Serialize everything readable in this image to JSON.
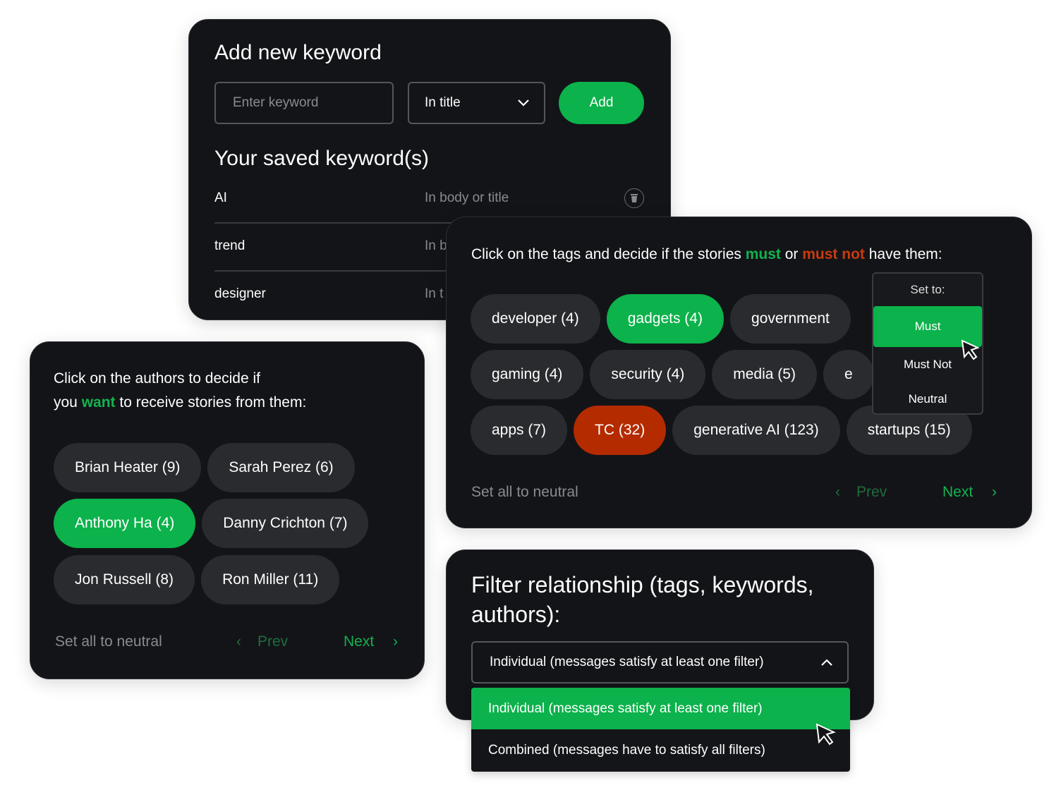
{
  "keyword_card": {
    "title": "Add new keyword",
    "input_placeholder": "Enter keyword",
    "select_value": "In title",
    "add_label": "Add",
    "saved_title": "Your saved keyword(s)",
    "rows": [
      {
        "keyword": "AI",
        "scope": "In body or title"
      },
      {
        "keyword": "trend",
        "scope": "In b"
      },
      {
        "keyword": "designer",
        "scope": "In t"
      }
    ]
  },
  "tags_card": {
    "intro_pre": "Click on the tags and decide if the stories ",
    "must": "must",
    "or": " or ",
    "must_not": "must not",
    "intro_post": " have them:",
    "rows": [
      [
        "developer (4)",
        "gadgets (4)",
        "government"
      ],
      [
        "gaming (4)",
        "security (4)",
        "media (5)",
        "e"
      ],
      [
        "apps (7)",
        "TC (32)",
        "generative AI (123)",
        "startups (15)"
      ]
    ],
    "popup": {
      "title": "Set to:",
      "options": [
        "Must",
        "Must Not",
        "Neutral"
      ]
    },
    "set_neutral": "Set all to neutral",
    "prev": "Prev",
    "next": "Next"
  },
  "authors_card": {
    "line1": "Click on the authors to decide if",
    "line2_pre": "you ",
    "want": "want",
    "line2_post": " to receive stories from them:",
    "rows": [
      [
        "Brian Heater (9)",
        "Sarah Perez (6)"
      ],
      [
        "Anthony Ha (4)",
        "Danny Crichton (7)"
      ],
      [
        "Jon Russell (8)",
        "Ron Miller (11)"
      ]
    ],
    "set_neutral": "Set all to neutral",
    "prev": "Prev",
    "next": "Next"
  },
  "filter_card": {
    "title": "Filter relationship (tags, keywords, authors):",
    "selected": "Individual (messages satisfy at least one filter)",
    "options": [
      "Individual (messages satisfy at least one filter)",
      "Combined (messages have to satisfy all filters)"
    ]
  },
  "colors": {
    "green": "#0cb24b",
    "red": "#b42b00",
    "card": "#131418",
    "chip": "#2a2b2f"
  }
}
